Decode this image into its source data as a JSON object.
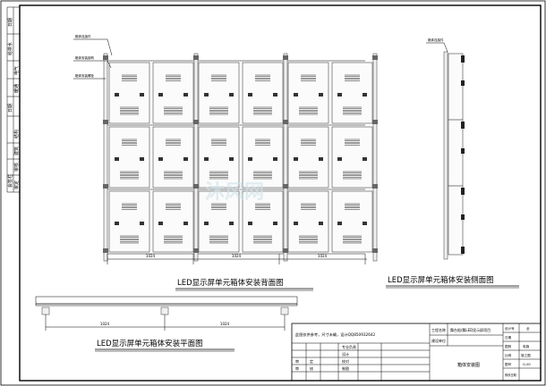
{
  "drawing": {
    "back_view_title": "LED显示屏单元箱体安装背面图",
    "side_view_title": "LED显示屏单元箱体安装侧面图",
    "plan_view_title": "LED显示屏单元箱体安装平面图",
    "back_view_dims": [
      "1024",
      "1024",
      "1024"
    ],
    "plan_view_dims": [
      "1024",
      "1024"
    ],
    "watermark": "沐风网"
  },
  "left_strip": {
    "cells": [
      "日期",
      "给排水",
      "电气",
      "暖通",
      "日期",
      "结构",
      "建筑",
      "会签栏",
      "审核",
      "审定"
    ]
  },
  "title_block": {
    "notice": "此图仅供参考，尺寸未确，设计QQ850932642",
    "project_name_label": "工程名称",
    "project_name": "舞台船/舞LED显示屏项目",
    "client_label": "建设单位",
    "drawing_name": "箱体安装图",
    "rows_left": [
      {
        "a": "",
        "b": "",
        "c": "专业负责",
        "d": ""
      },
      {
        "a": "",
        "b": "",
        "c": "设计",
        "d": ""
      },
      {
        "a": "审",
        "b": "定",
        "c": "校对",
        "d": ""
      },
      {
        "a": "审",
        "b": "核",
        "c": "制图",
        "d": ""
      },
      {
        "a": "",
        "b": "",
        "c": "",
        "d": ""
      }
    ],
    "right_cells": [
      {
        "label": "设计号",
        "value": "全"
      },
      {
        "label": "日期",
        "value": ""
      },
      {
        "label": "图别",
        "value": "电施"
      },
      {
        "label": "比例",
        "value": "施工图"
      },
      {
        "label": "图号",
        "value": "G-00"
      },
      {
        "label": "修改日期",
        "value": ""
      }
    ]
  }
}
